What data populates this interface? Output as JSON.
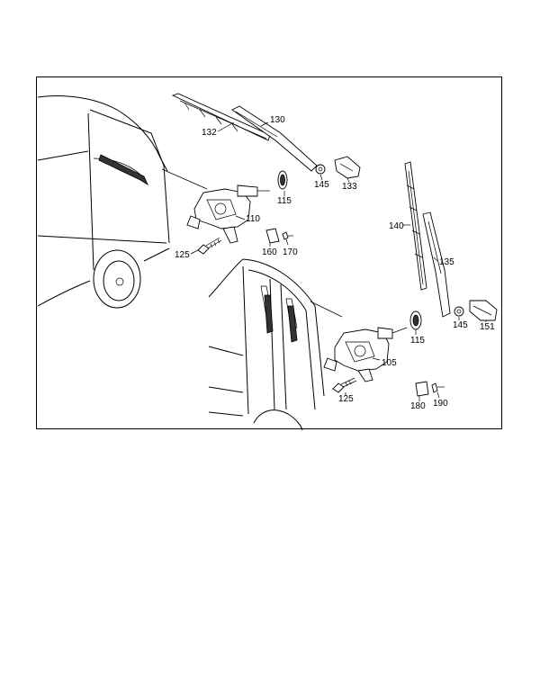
{
  "diagram": {
    "callouts": {
      "c132": "132",
      "c130": "130",
      "c115a": "115",
      "c145a": "145",
      "c133": "133",
      "c110": "110",
      "c160": "160",
      "c170": "170",
      "c125a": "125",
      "c140": "140",
      "c135": "135",
      "c115b": "115",
      "c145b": "145",
      "c151": "151",
      "c105": "105",
      "c125b": "125",
      "c180": "180",
      "c190": "190"
    }
  }
}
